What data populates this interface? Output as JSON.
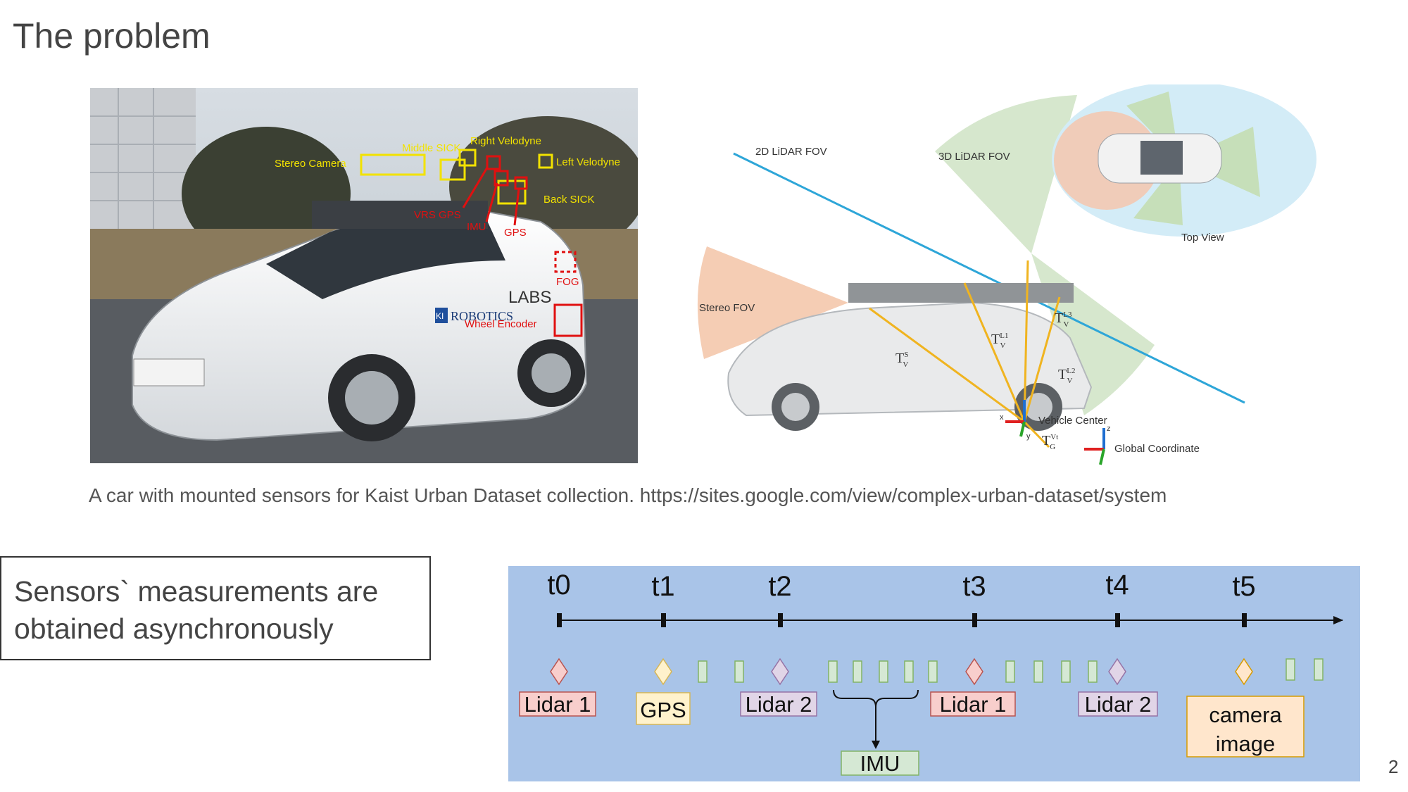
{
  "slide": {
    "title": "The problem",
    "caption": "A car with mounted sensors for Kaist Urban Dataset collection. https://sites.google.com/view/complex-urban-dataset/system",
    "note_line1": "Sensors` measurements are",
    "note_line2": "obtained asynchronously",
    "page_number": "2"
  },
  "photo": {
    "labels": {
      "stereo_camera": "Stereo Camera",
      "middle_sick": "Middle SICK",
      "right_velodyne": "Right Velodyne",
      "left_velodyne": "Left Velodyne",
      "back_sick": "Back SICK",
      "vrs_gps": "VRS GPS",
      "imu": "IMU",
      "gps": "GPS",
      "fog": "FOG",
      "wheel_encoder": "Wheel Encoder",
      "door_logo1": "ROBOTICS",
      "door_logo2": "LABS",
      "door_logo_mark": "KI"
    }
  },
  "fov": {
    "lidar2d": "2D LiDAR FOV",
    "lidar3d": "3D LiDAR FOV",
    "stereo": "Stereo FOV",
    "top_view": "Top View",
    "vehicle_center": "Vehicle Center",
    "global_coordinate": "Global Coordinate",
    "t_sl": "T",
    "t_sl_sup": "S",
    "t_sl_sub": "V",
    "t_l1": "T",
    "t_l1_sup": "L1",
    "t_l1_sub": "V",
    "t_l2": "T",
    "t_l2_sup": "L2",
    "t_l2_sub": "V",
    "t_l3": "T",
    "t_l3_sup": "L3",
    "t_l3_sub": "V",
    "t_g": "T",
    "t_g_sup": "Vt",
    "t_g_sub": "G",
    "axis_x": "x",
    "axis_y": "y",
    "axis_z": "z"
  },
  "timeline": {
    "ticks": [
      "t0",
      "t1",
      "t2",
      "t3",
      "t4",
      "t5"
    ],
    "labels": {
      "lidar1_a": "Lidar 1",
      "gps": "GPS",
      "lidar2_a": "Lidar 2",
      "lidar1_b": "Lidar 1",
      "lidar2_b": "Lidar 2",
      "camera_line1": "camera",
      "camera_line2": "image",
      "imu": "IMU"
    },
    "colors": {
      "background": "#a9c4e8",
      "lidar1": "#f8cecc",
      "lidar1_border": "#b85450",
      "gps": "#fff2cc",
      "gps_border": "#d6b656",
      "lidar2": "#e1d5e7",
      "lidar2_border": "#9673a6",
      "imu": "#d5e8d4",
      "imu_border": "#82b366",
      "camera": "#ffe6cc",
      "camera_border": "#d79b00"
    }
  }
}
